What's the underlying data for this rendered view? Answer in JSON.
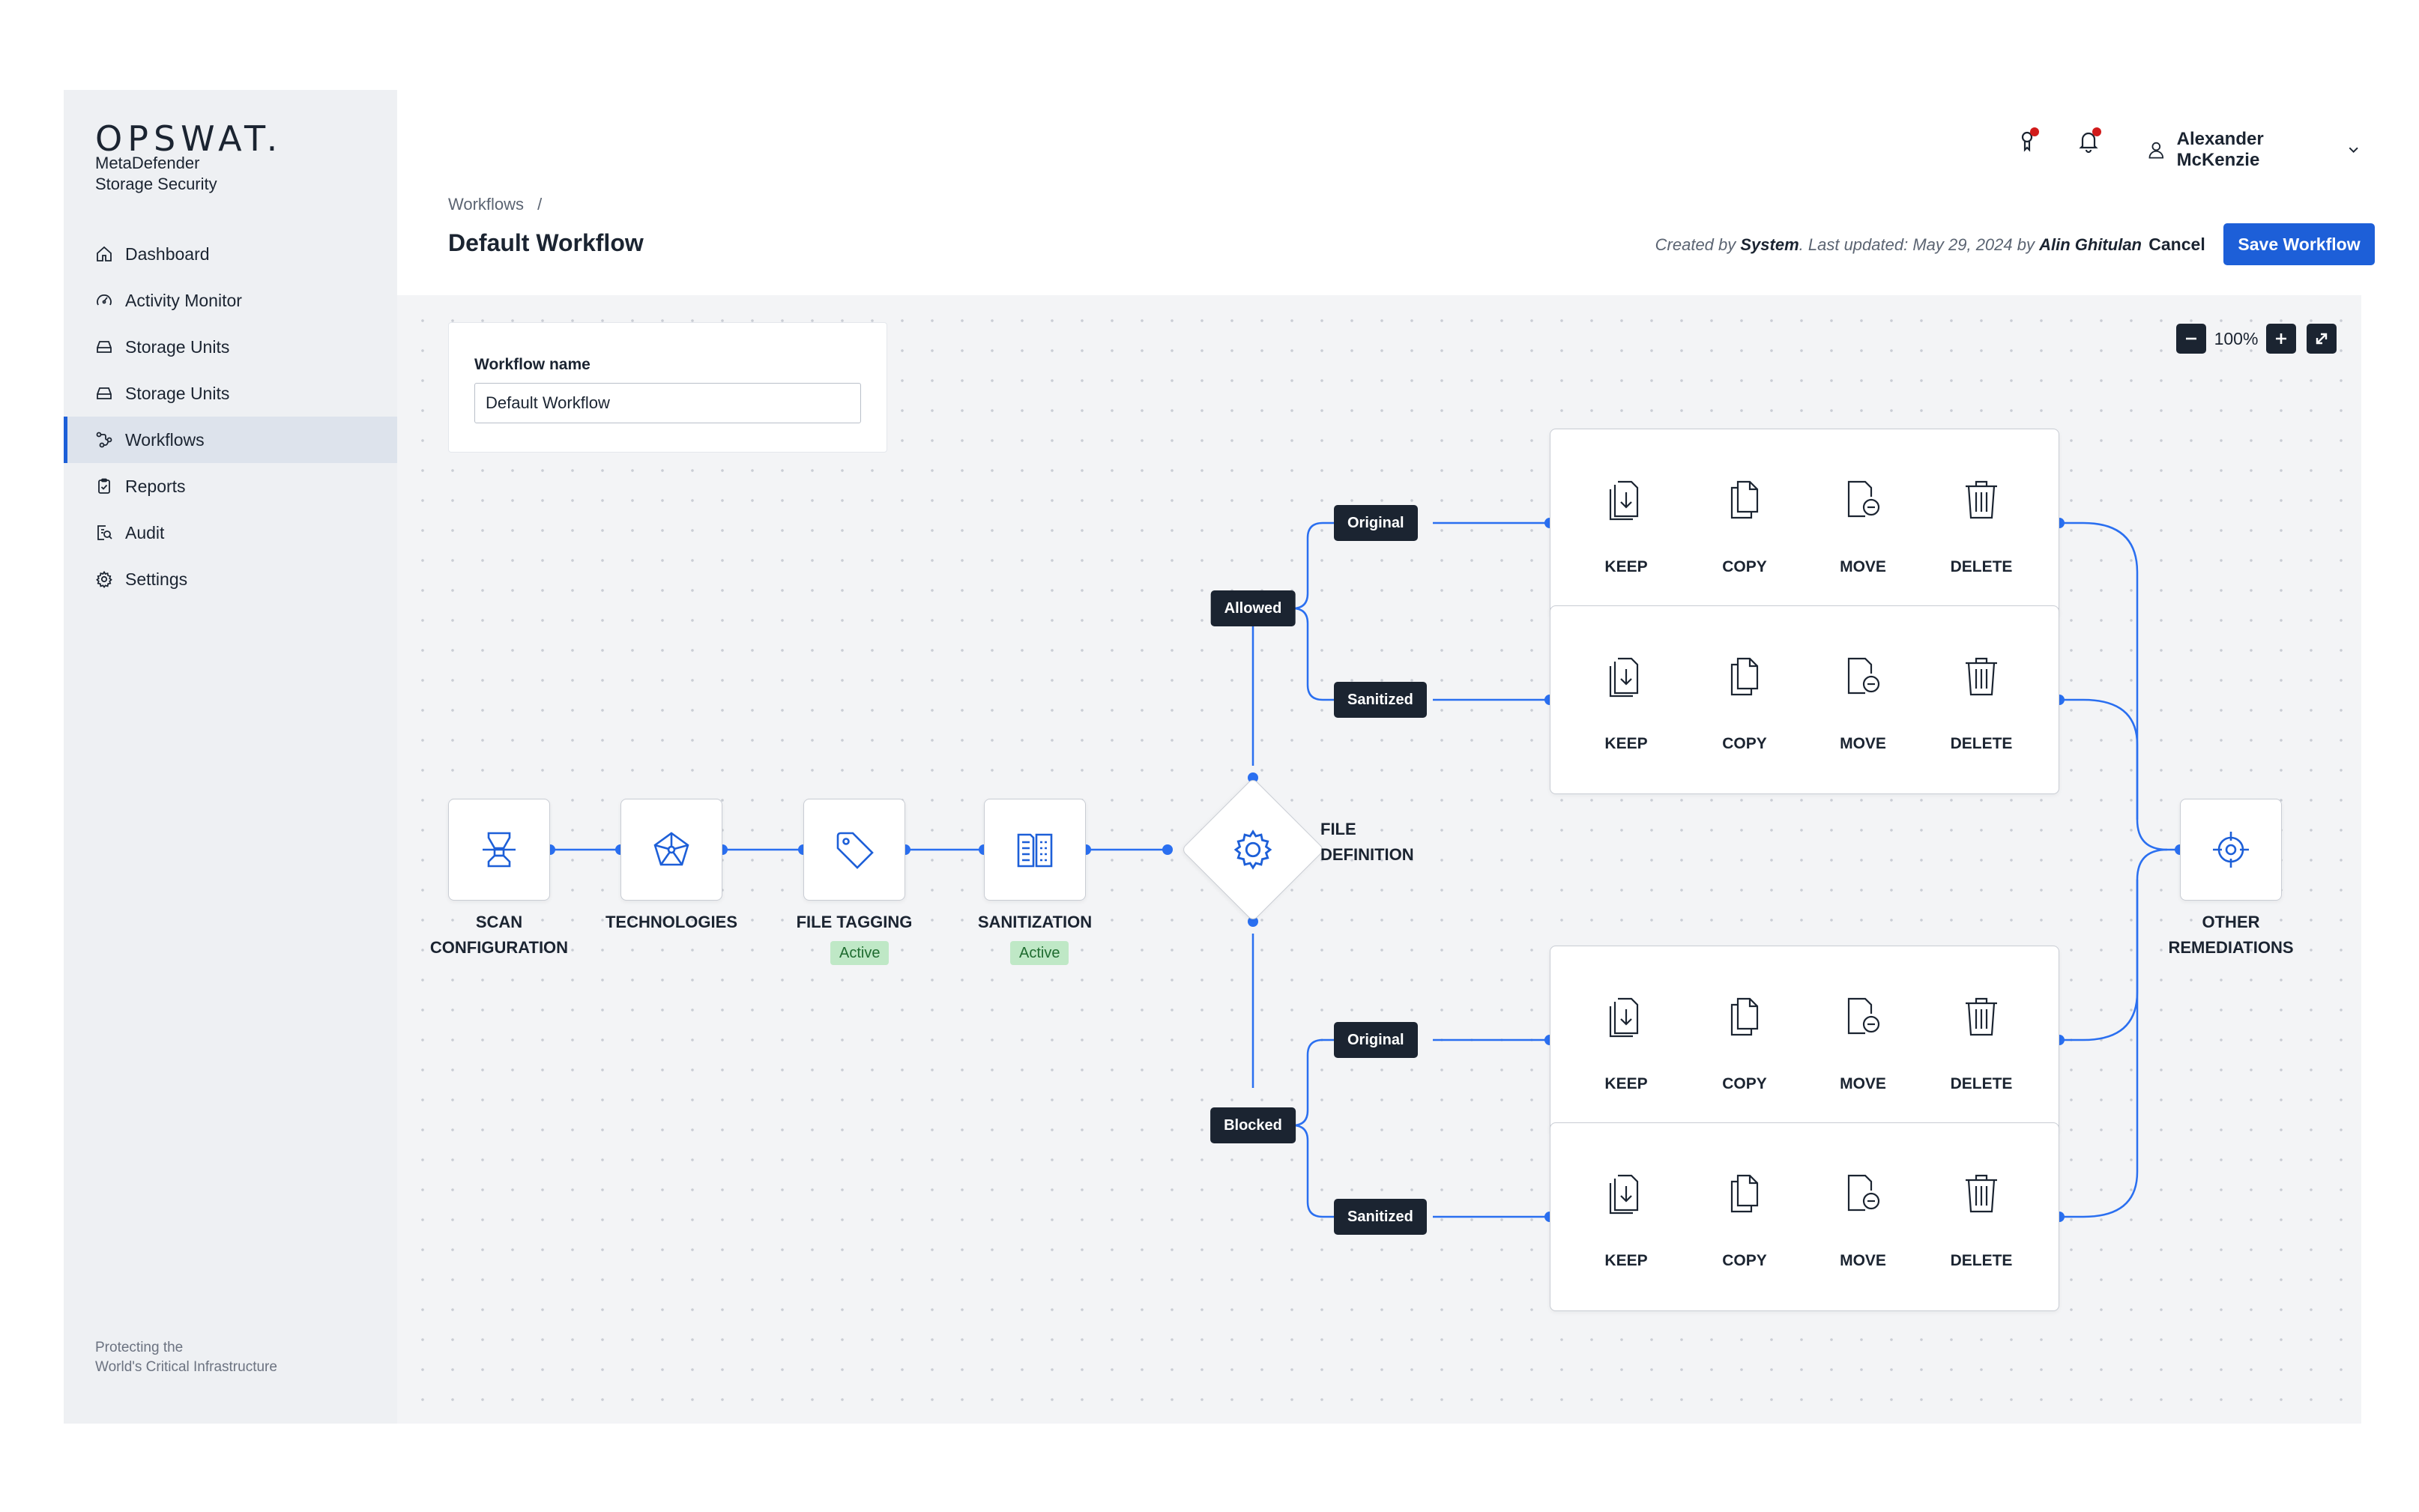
{
  "brand": {
    "logo": "OPSWAT.",
    "product_line1": "MetaDefender",
    "product_line2": "Storage Security"
  },
  "sidebar": {
    "items": [
      {
        "label": "Dashboard",
        "icon": "home-icon"
      },
      {
        "label": "Activity Monitor",
        "icon": "gauge-icon"
      },
      {
        "label": "Storage Units",
        "icon": "storage-icon"
      },
      {
        "label": "Storage Units",
        "icon": "storage-icon"
      },
      {
        "label": "Workflows",
        "icon": "workflow-icon",
        "active": true
      },
      {
        "label": "Reports",
        "icon": "clipboard-icon"
      },
      {
        "label": "Audit",
        "icon": "audit-icon"
      },
      {
        "label": "Settings",
        "icon": "gear-icon"
      }
    ],
    "footer_line1": "Protecting the",
    "footer_line2": "World's Critical Infrastructure"
  },
  "header": {
    "user_name": "Alexander McKenzie",
    "breadcrumb": "Workflows",
    "breadcrumb_sep": "/",
    "title": "Default Workflow",
    "meta_created_prefix": "Created by ",
    "meta_creator": "System",
    "meta_updated": ". Last updated: May 29, 2024 by ",
    "meta_updater": "Alin Ghitulan",
    "cancel_label": "Cancel",
    "save_label": "Save Workflow"
  },
  "workflow_form": {
    "label": "Workflow name",
    "value": "Default Workflow"
  },
  "zoom": {
    "level": "100%"
  },
  "pipeline": {
    "scan": {
      "line1": "SCAN",
      "line2": "CONFIGURATION"
    },
    "technologies": {
      "label": "TECHNOLOGIES"
    },
    "file_tagging": {
      "label": "FILE TAGGING",
      "status": "Active"
    },
    "sanitization": {
      "label": "SANITIZATION",
      "status": "Active"
    },
    "file_definition": {
      "line1": "FILE",
      "line2": "DEFINITION"
    },
    "other": {
      "line1": "OTHER",
      "line2": "REMEDIATIONS"
    }
  },
  "branches": {
    "allowed": "Allowed",
    "blocked": "Blocked",
    "original": "Original",
    "sanitized": "Sanitized"
  },
  "actions": {
    "keep": "KEEP",
    "copy": "COPY",
    "move": "MOVE",
    "delete": "DELETE"
  },
  "colors": {
    "accent": "#1d5fd8",
    "connector": "#2a6ff0",
    "dark_tag": "#1b2431",
    "active_badge_bg": "#bfe8c6",
    "notification_dot": "#d11b1b"
  }
}
